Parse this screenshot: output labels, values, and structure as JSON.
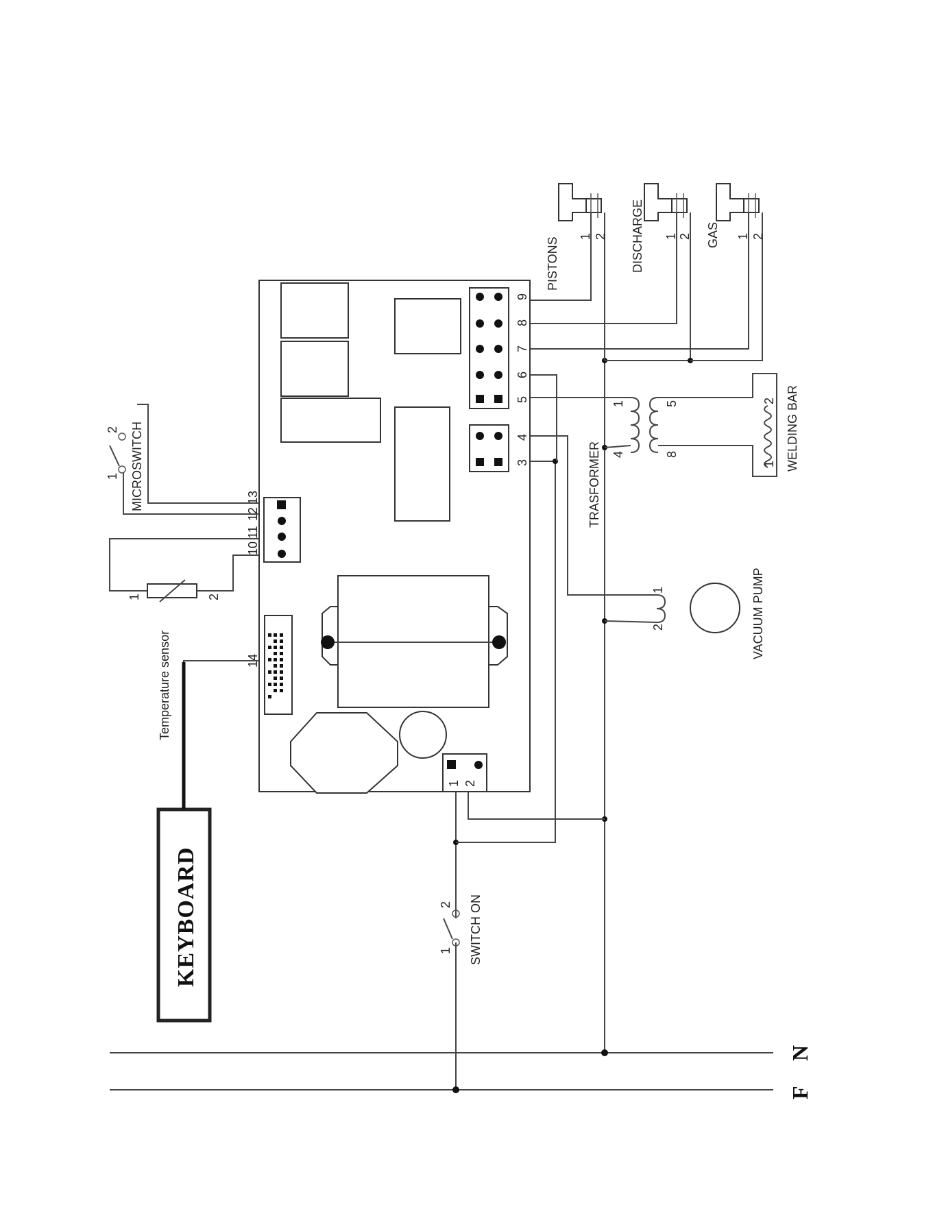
{
  "labels": {
    "pistons": "PISTONS",
    "discharge": "DISCHARGE",
    "gas": "GAS",
    "microswitch": "MICROSWITCH",
    "temperature_sensor": "Temperature sensor",
    "trasformer": "TRASFORMER",
    "welding_bar": "WELDING BAR",
    "vacuum_pump": "VACUUM PUMP",
    "switch_on": "SWITCH ON",
    "keyboard": "KEYBOARD",
    "line_f": "F",
    "line_n": "N"
  },
  "terminals": {
    "main": [
      "3",
      "4",
      "5",
      "6",
      "7",
      "8",
      "9"
    ],
    "sensor_block": [
      "10",
      "11",
      "12",
      "13"
    ],
    "keyboard_port": "14",
    "power": [
      "1",
      "2"
    ],
    "pin_one": "1",
    "pin_two": "2",
    "trafo_primary": [
      "1",
      "4"
    ],
    "trafo_secondary": [
      "5",
      "8"
    ]
  }
}
